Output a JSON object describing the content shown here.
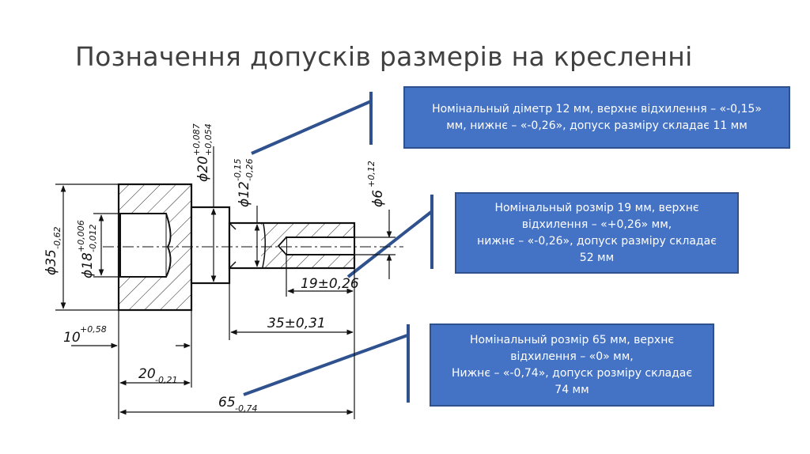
{
  "title": "Позначення допусків размерів на кресленні",
  "callouts": [
    {
      "lines": [
        "Номінальный діметр 12 мм, верхнє відхилення – «-0,15»",
        "мм, нижнє – «-0,26», допуск разміру складає 11 мм"
      ]
    },
    {
      "lines": [
        "Номінальный розмір 19 мм, верхнє",
        "відхилення – «+0,26» мм,",
        "нижнє – «-0,26», допуск разміру складає",
        "52 мм"
      ]
    },
    {
      "lines": [
        "Номінальный розмір 65 мм, верхнє",
        "відхилення – «0» мм,",
        "Нижнє – «-0,74», допуск розміру складає",
        "74 мм"
      ]
    }
  ],
  "drawing_dimensions": {
    "d35": {
      "main": "ϕ35",
      "lower": "-0,62"
    },
    "d18": {
      "main": "ϕ18",
      "upper": "+0,006",
      "lower": "-0,012"
    },
    "d20": {
      "main": "ϕ20",
      "upper": "+0,087",
      "lower": "+0,054"
    },
    "d12": {
      "main": "ϕ12",
      "upper": "-0,15",
      "lower": "-0,26"
    },
    "d6": {
      "main": "ϕ6",
      "upper": "+0,12"
    },
    "l19": {
      "main": "19±0,26"
    },
    "l35": {
      "main": "35±0,31"
    },
    "l10": {
      "main": "10",
      "upper": "+0,58"
    },
    "l20": {
      "main": "20",
      "lower": "-0,21"
    },
    "l65": {
      "main": "65",
      "lower": "-0,74"
    }
  },
  "colors": {
    "callout_fill": "#4472c4",
    "callout_border": "#2f528f",
    "leader_line": "#2f528f",
    "title_text": "#404040"
  }
}
